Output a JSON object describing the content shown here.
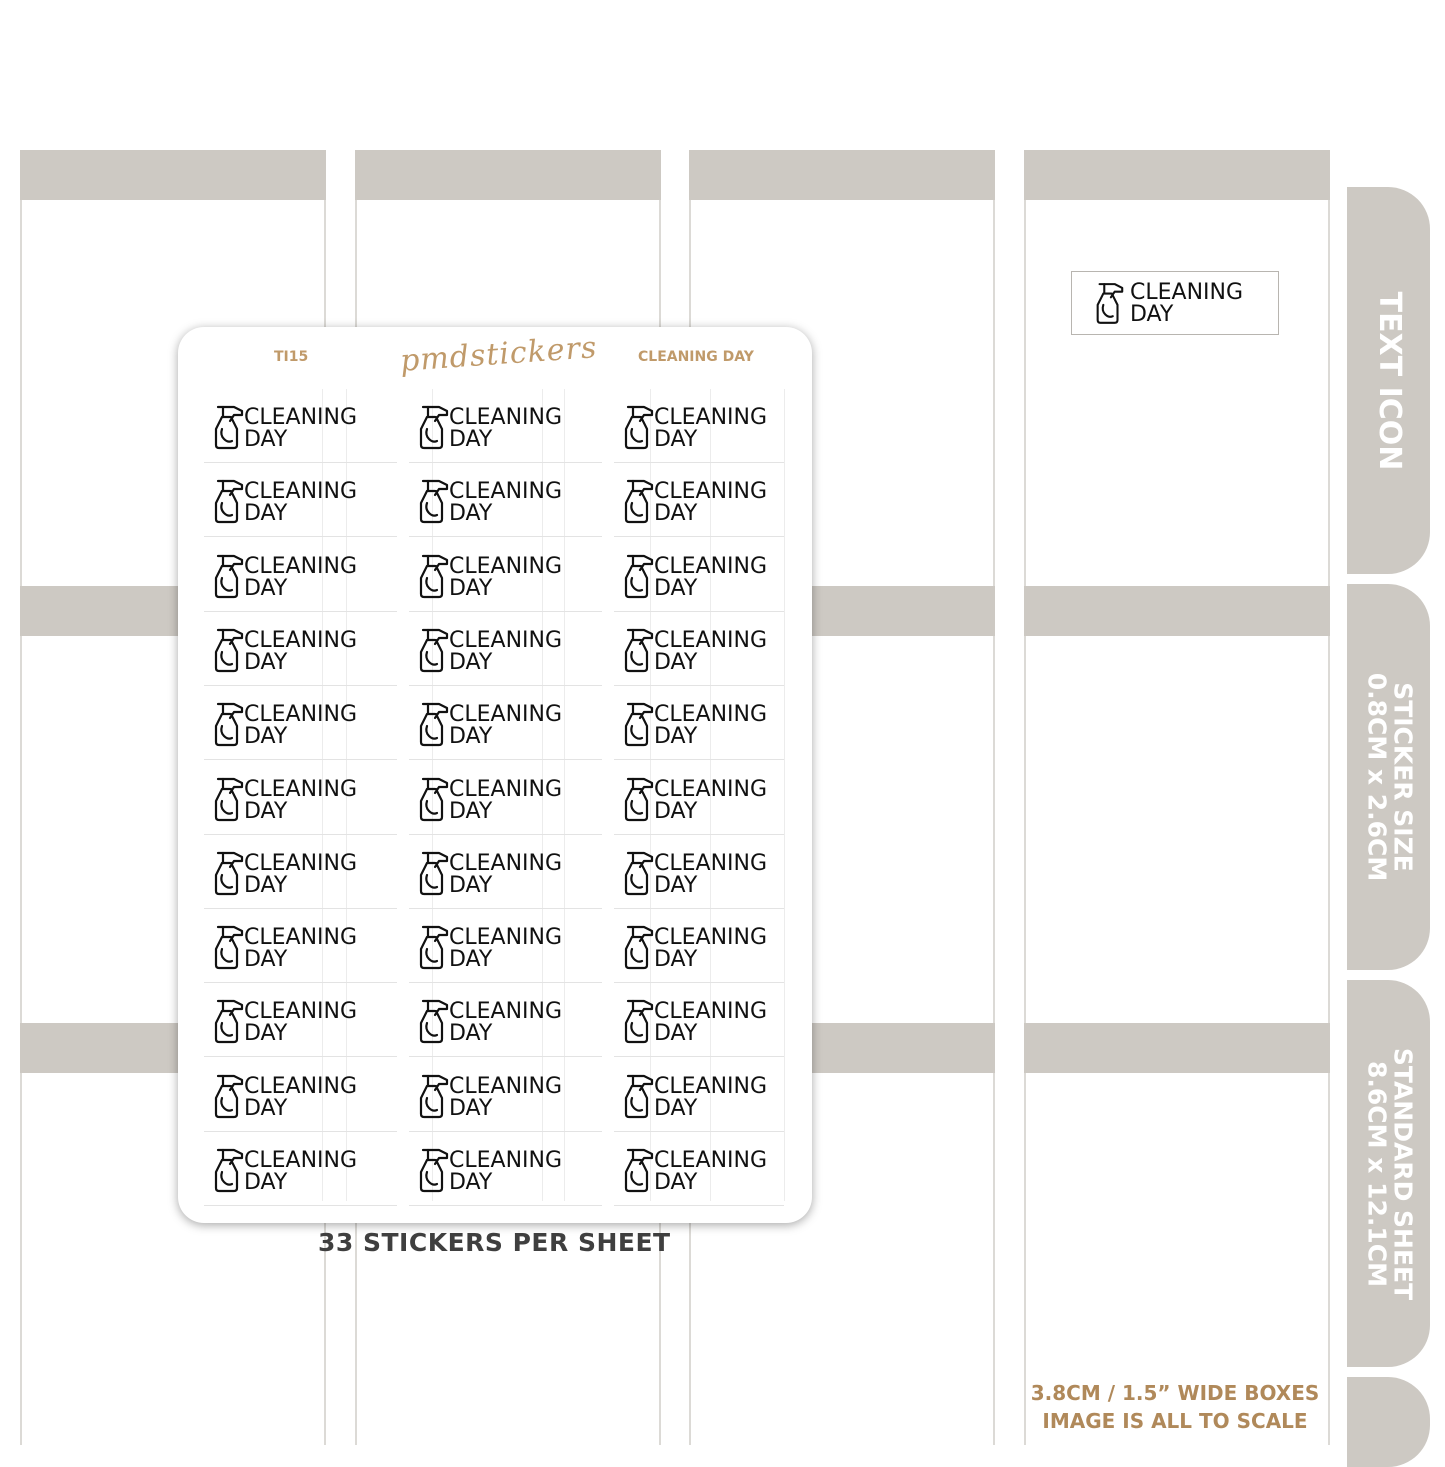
{
  "side_tabs": [
    {
      "lines": [
        "TEXT ICON"
      ]
    },
    {
      "lines": [
        "STICKER SIZE",
        "0.8CM x 2.6CM"
      ]
    },
    {
      "lines": [
        "STANDARD SHEET",
        "8.6CM x 12.1CM"
      ]
    },
    {
      "lines": []
    }
  ],
  "sample_sticker": {
    "line1": "CLEANING",
    "line2": "DAY",
    "icon": "spray-bottle-icon"
  },
  "sheet": {
    "code": "TI15",
    "brand": "pmdstickers",
    "title": "CLEANING DAY",
    "rows": 11,
    "columns": 3,
    "sticker": {
      "line1": "CLEANING",
      "line2": "DAY",
      "icon": "spray-bottle-icon"
    }
  },
  "sticker_count_label": "33 STICKERS PER SHEET",
  "notes": {
    "line1": "3.8CM / 1.5” WIDE BOXES",
    "line2": "IMAGE IS ALL TO SCALE"
  },
  "colors": {
    "band": "#cdc9c3",
    "accent": "#c09a6a",
    "tab_text": "#ffffff"
  }
}
